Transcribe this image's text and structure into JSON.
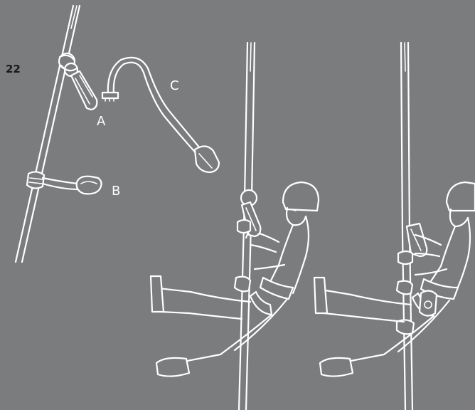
{
  "page_number": "22",
  "labels": {
    "a": "A",
    "b": "B",
    "c": "C"
  },
  "colors": {
    "background": "#7b7c7e",
    "line": "#ffffff",
    "page_number": "#1a1a1a"
  },
  "icons": [
    "rope",
    "knot",
    "carabiner",
    "lanyard",
    "climber",
    "helmet"
  ]
}
